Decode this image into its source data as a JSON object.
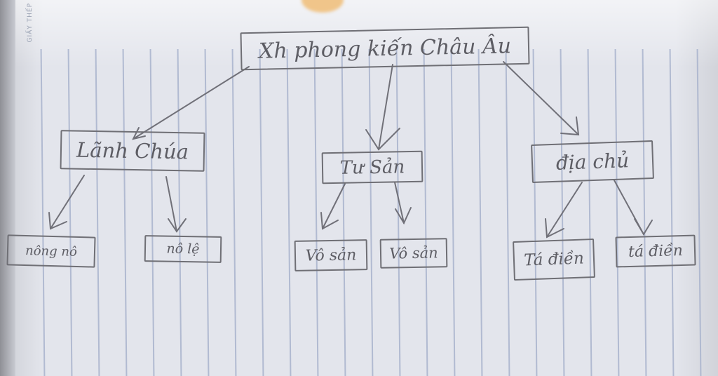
{
  "diagram": {
    "root": {
      "label": "Xh phong kiến Châu Âu"
    },
    "groups": [
      {
        "label": "Lãnh Chúa",
        "children": [
          "nông nô",
          "nô lệ"
        ]
      },
      {
        "label": "Tư Sản",
        "children": [
          "Vô sản",
          "Vô sản"
        ]
      },
      {
        "label": "địa chủ",
        "children": [
          "Tá điền",
          "tá điền"
        ]
      }
    ]
  },
  "page_marks": {
    "side_label": "GIẤY THẾP"
  },
  "colors": {
    "ink": "#6f6f75",
    "paper": "#e3e5ec",
    "rule": "#a8b3cc"
  }
}
